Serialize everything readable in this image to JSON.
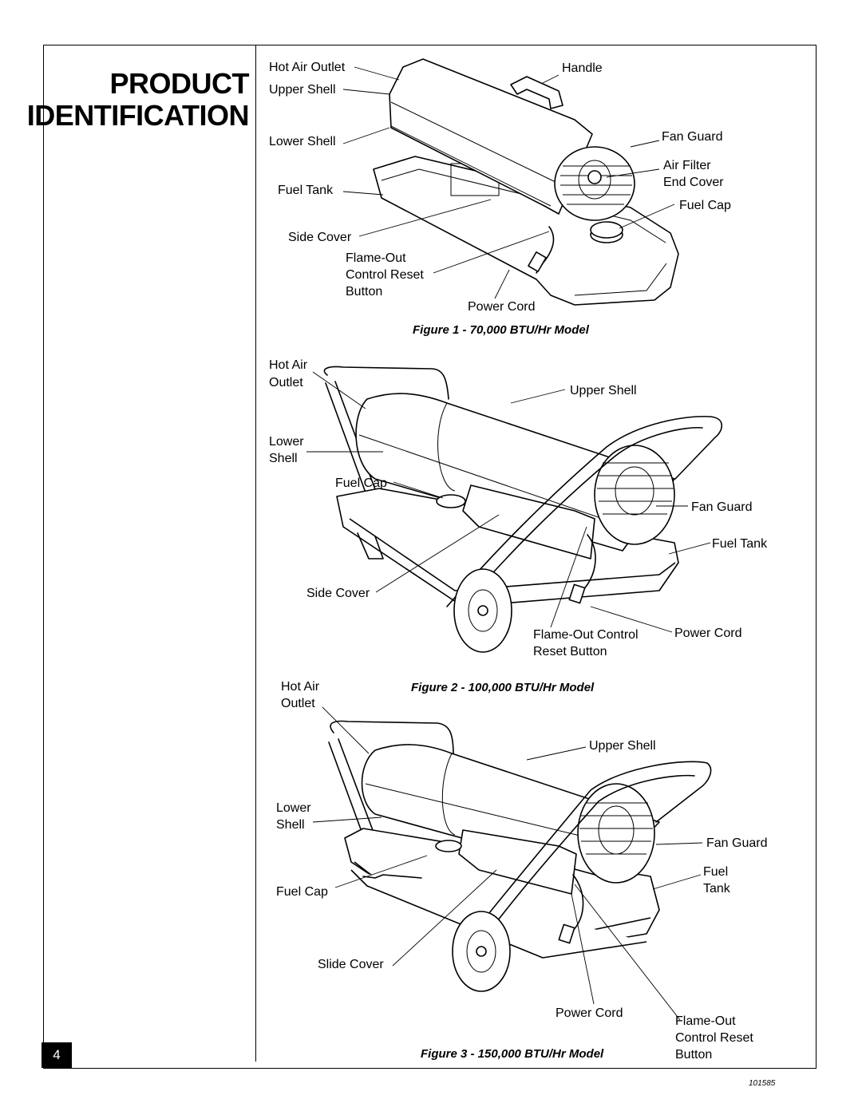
{
  "page": {
    "title_line1": "PRODUCT",
    "title_line2": "IDENTIFICATION",
    "page_number": "4",
    "document_number": "101585"
  },
  "figure1": {
    "caption": "Figure 1 - 70,000 BTU/Hr Model",
    "labels": {
      "hot_air_outlet": "Hot Air Outlet",
      "upper_shell": "Upper Shell",
      "lower_shell": "Lower Shell",
      "fuel_tank": "Fuel Tank",
      "side_cover": "Side Cover",
      "flame_out_1": "Flame-Out",
      "flame_out_2": "Control Reset",
      "flame_out_3": "Button",
      "handle": "Handle",
      "fan_guard": "Fan Guard",
      "air_filter_1": "Air Filter",
      "air_filter_2": "End Cover",
      "fuel_cap": "Fuel Cap",
      "power_cord": "Power Cord"
    }
  },
  "figure2": {
    "caption": "Figure 2 - 100,000 BTU/Hr Model",
    "labels": {
      "hot_air_1": "Hot Air",
      "hot_air_2": "Outlet",
      "lower_shell_1": "Lower",
      "lower_shell_2": "Shell",
      "fuel_cap": "Fuel Cap",
      "side_cover": "Side Cover",
      "upper_shell": "Upper Shell",
      "fan_guard": "Fan Guard",
      "fuel_tank": "Fuel Tank",
      "power_cord": "Power Cord",
      "flame_out_1": "Flame-Out Control",
      "flame_out_2": "Reset Button"
    }
  },
  "figure3": {
    "caption": "Figure 3 - 150,000 BTU/Hr Model",
    "labels": {
      "hot_air_1": "Hot Air",
      "hot_air_2": "Outlet",
      "upper_shell": "Upper Shell",
      "lower_shell_1": "Lower",
      "lower_shell_2": "Shell",
      "fuel_cap": "Fuel Cap",
      "slide_cover": "Slide Cover",
      "fan_guard": "Fan Guard",
      "fuel_tank_1": "Fuel",
      "fuel_tank_2": "Tank",
      "power_cord": "Power Cord",
      "flame_out_1": "Flame-Out",
      "flame_out_2": "Control Reset",
      "flame_out_3": "Button"
    }
  }
}
